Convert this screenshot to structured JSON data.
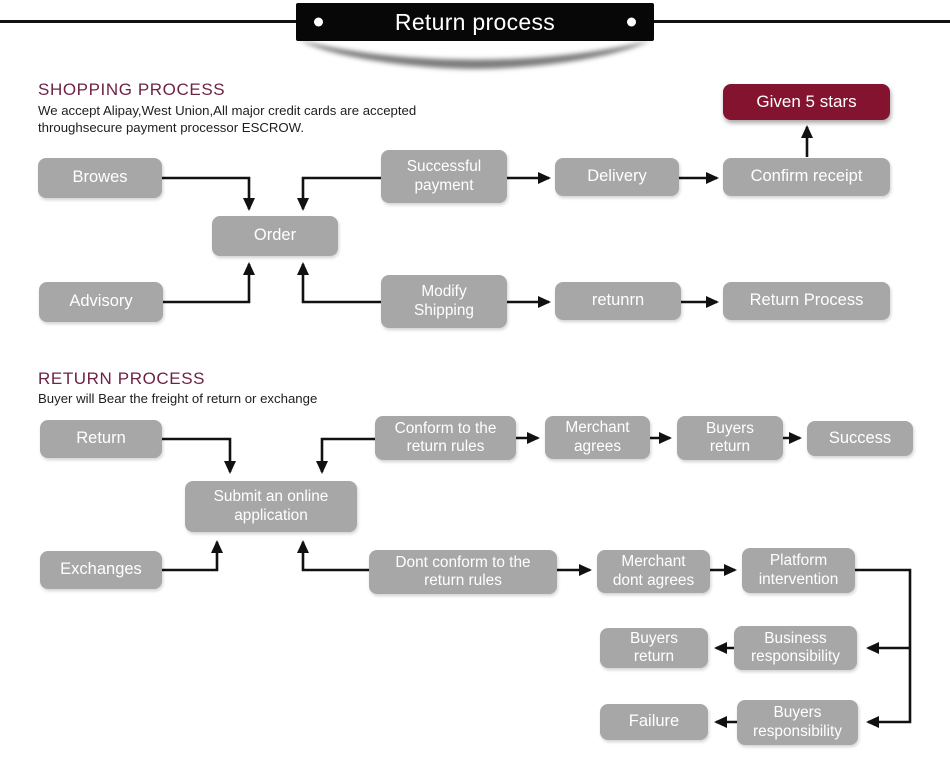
{
  "banner": {
    "title": "Return process"
  },
  "sections": {
    "shopping": {
      "heading": "SHOPPING PROCESS",
      "description_line1": "We accept Alipay,West Union,All major credit cards are accepted",
      "description_line2": "throughsecure payment processor ESCROW."
    },
    "return": {
      "heading": "RETURN PROCESS",
      "description": "Buyer will Bear the freight of return or exchange"
    }
  },
  "nodes": {
    "browes": "Browes",
    "order": "Order",
    "advisory": "Advisory",
    "successful_payment": "Successful payment",
    "delivery": "Delivery",
    "confirm_receipt": "Confirm receipt",
    "given_5_stars": "Given 5 stars",
    "modify_shipping": "Modify Shipping",
    "retunrn": "retunrn",
    "return_process": "Return Process",
    "return": "Return",
    "submit_application": "Submit an online application",
    "exchanges": "Exchanges",
    "conform_rules": "Conform to the return rules",
    "merchant_agrees": "Merchant agrees",
    "buyers_return_top": "Buyers return",
    "success": "Success",
    "dont_conform_rules": "Dont conform to the return rules",
    "merchant_dont_agrees": "Merchant dont agrees",
    "platform_intervention": "Platform intervention",
    "buyers_return_bottom": "Buyers return",
    "business_responsibility": "Business responsibility",
    "failure": "Failure",
    "buyers_responsibility": "Buyers responsibility"
  },
  "edges": [
    {
      "from": "browes",
      "to": "order"
    },
    {
      "from": "successful_payment",
      "to": "order"
    },
    {
      "from": "successful_payment",
      "to": "delivery"
    },
    {
      "from": "delivery",
      "to": "confirm_receipt"
    },
    {
      "from": "confirm_receipt",
      "to": "given_5_stars"
    },
    {
      "from": "advisory",
      "to": "order"
    },
    {
      "from": "modify_shipping",
      "to": "order"
    },
    {
      "from": "modify_shipping",
      "to": "retunrn"
    },
    {
      "from": "retunrn",
      "to": "return_process"
    },
    {
      "from": "return",
      "to": "submit_application"
    },
    {
      "from": "conform_rules",
      "to": "submit_application"
    },
    {
      "from": "conform_rules",
      "to": "merchant_agrees"
    },
    {
      "from": "merchant_agrees",
      "to": "buyers_return_top"
    },
    {
      "from": "buyers_return_top",
      "to": "success"
    },
    {
      "from": "exchanges",
      "to": "submit_application"
    },
    {
      "from": "dont_conform_rules",
      "to": "submit_application"
    },
    {
      "from": "dont_conform_rules",
      "to": "merchant_dont_agrees"
    },
    {
      "from": "merchant_dont_agrees",
      "to": "platform_intervention"
    },
    {
      "from": "platform_intervention",
      "to": "business_responsibility"
    },
    {
      "from": "platform_intervention",
      "to": "buyers_responsibility"
    },
    {
      "from": "business_responsibility",
      "to": "buyers_return_bottom"
    },
    {
      "from": "buyers_responsibility",
      "to": "failure"
    }
  ],
  "colors": {
    "node_gray": "#a7a7a7",
    "highlight_maroon": "#84132f",
    "heading_maroon": "#6d2345",
    "line_black": "#111111",
    "background": "#ffffff"
  }
}
